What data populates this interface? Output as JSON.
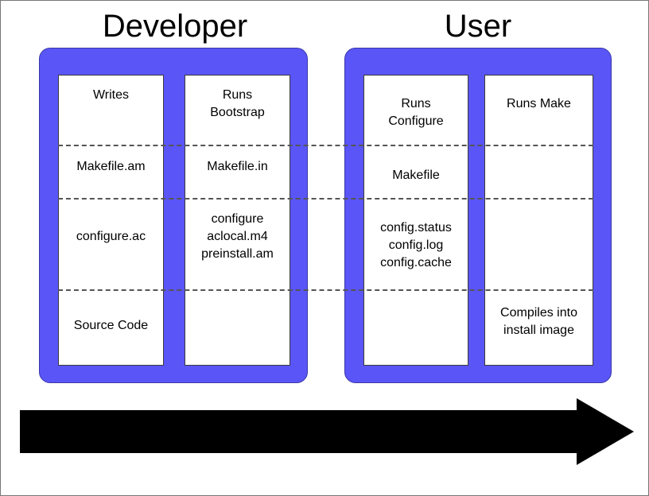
{
  "diagram": {
    "columns": [
      {
        "title": "Developer",
        "stages": [
          {
            "heading": "Writes",
            "cells": [
              "Makefile.am",
              "configure.ac",
              "Source Code"
            ]
          },
          {
            "heading": "Runs\nBootstrap",
            "cells": [
              "Makefile.in",
              "configure\naclocal.m4\npreinstall.am",
              ""
            ]
          }
        ]
      },
      {
        "title": "User",
        "stages": [
          {
            "heading": "Runs\nConfigure",
            "cells": [
              "Makefile",
              "config.status\nconfig.log\nconfig.cache",
              ""
            ]
          },
          {
            "heading": "Runs Make",
            "cells": [
              "",
              "",
              "Compiles into\ninstall image"
            ]
          }
        ]
      }
    ],
    "flow_arrow": {
      "name": "time-flow-arrow",
      "direction": "right",
      "label": ""
    },
    "colors": {
      "panel_fill": "#5A55F7",
      "panel_stroke": "#3B38A8",
      "box_fill": "#FFFFFF",
      "box_stroke": "#3A3A3A",
      "separator": "#555555",
      "arrow": "#000000",
      "text": "#000000",
      "background": "#FFFFFF"
    }
  }
}
